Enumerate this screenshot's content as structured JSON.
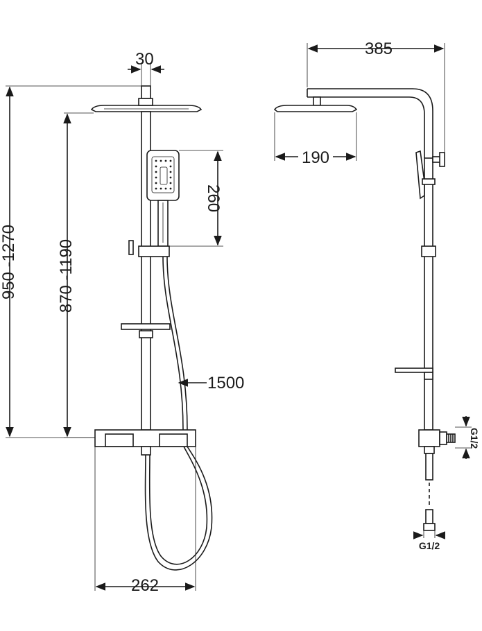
{
  "dimensions": {
    "rain_head_arm_width": "30",
    "total_height": "950 -1270",
    "bar_height": "870 -1190",
    "hand_shower_length": "260",
    "hose_length": "1500",
    "mixer_width": "262",
    "arm_projection": "385",
    "rain_head_diameter": "190",
    "thread_side": "G1/2",
    "thread_bottom": "G1/2"
  },
  "colors": {
    "line": "#1a1a1a",
    "background": "#ffffff"
  }
}
